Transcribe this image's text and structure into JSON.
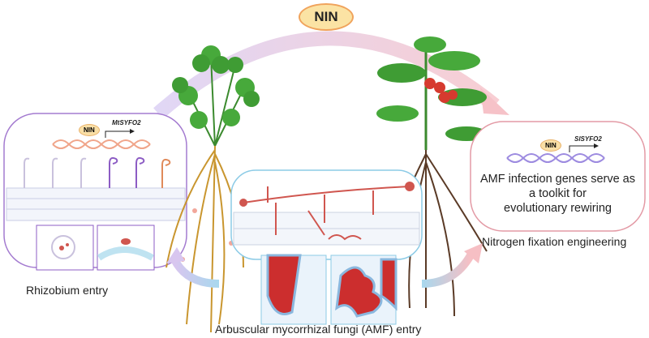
{
  "title_node": "NIN",
  "left_panel": {
    "nin_label": "NIN",
    "gene_label": "MtSYFO2",
    "caption": "Rhizobium entry"
  },
  "center_panel": {
    "caption": "Arbuscular mycorrhizal fungi (AMF) entry"
  },
  "right_panel": {
    "nin_label": "NIN",
    "gene_label": "SlSYFO2",
    "text_lines": [
      "AMF infection genes serve as",
      "a toolkit for",
      "evolutionary rewiring"
    ],
    "caption": "Nitrogen fixation engineering"
  },
  "colors": {
    "left_border": "#a47bd0",
    "center_border": "#8ccbe6",
    "right_border": "#e39aa5",
    "hyphae": "#d0564f"
  }
}
